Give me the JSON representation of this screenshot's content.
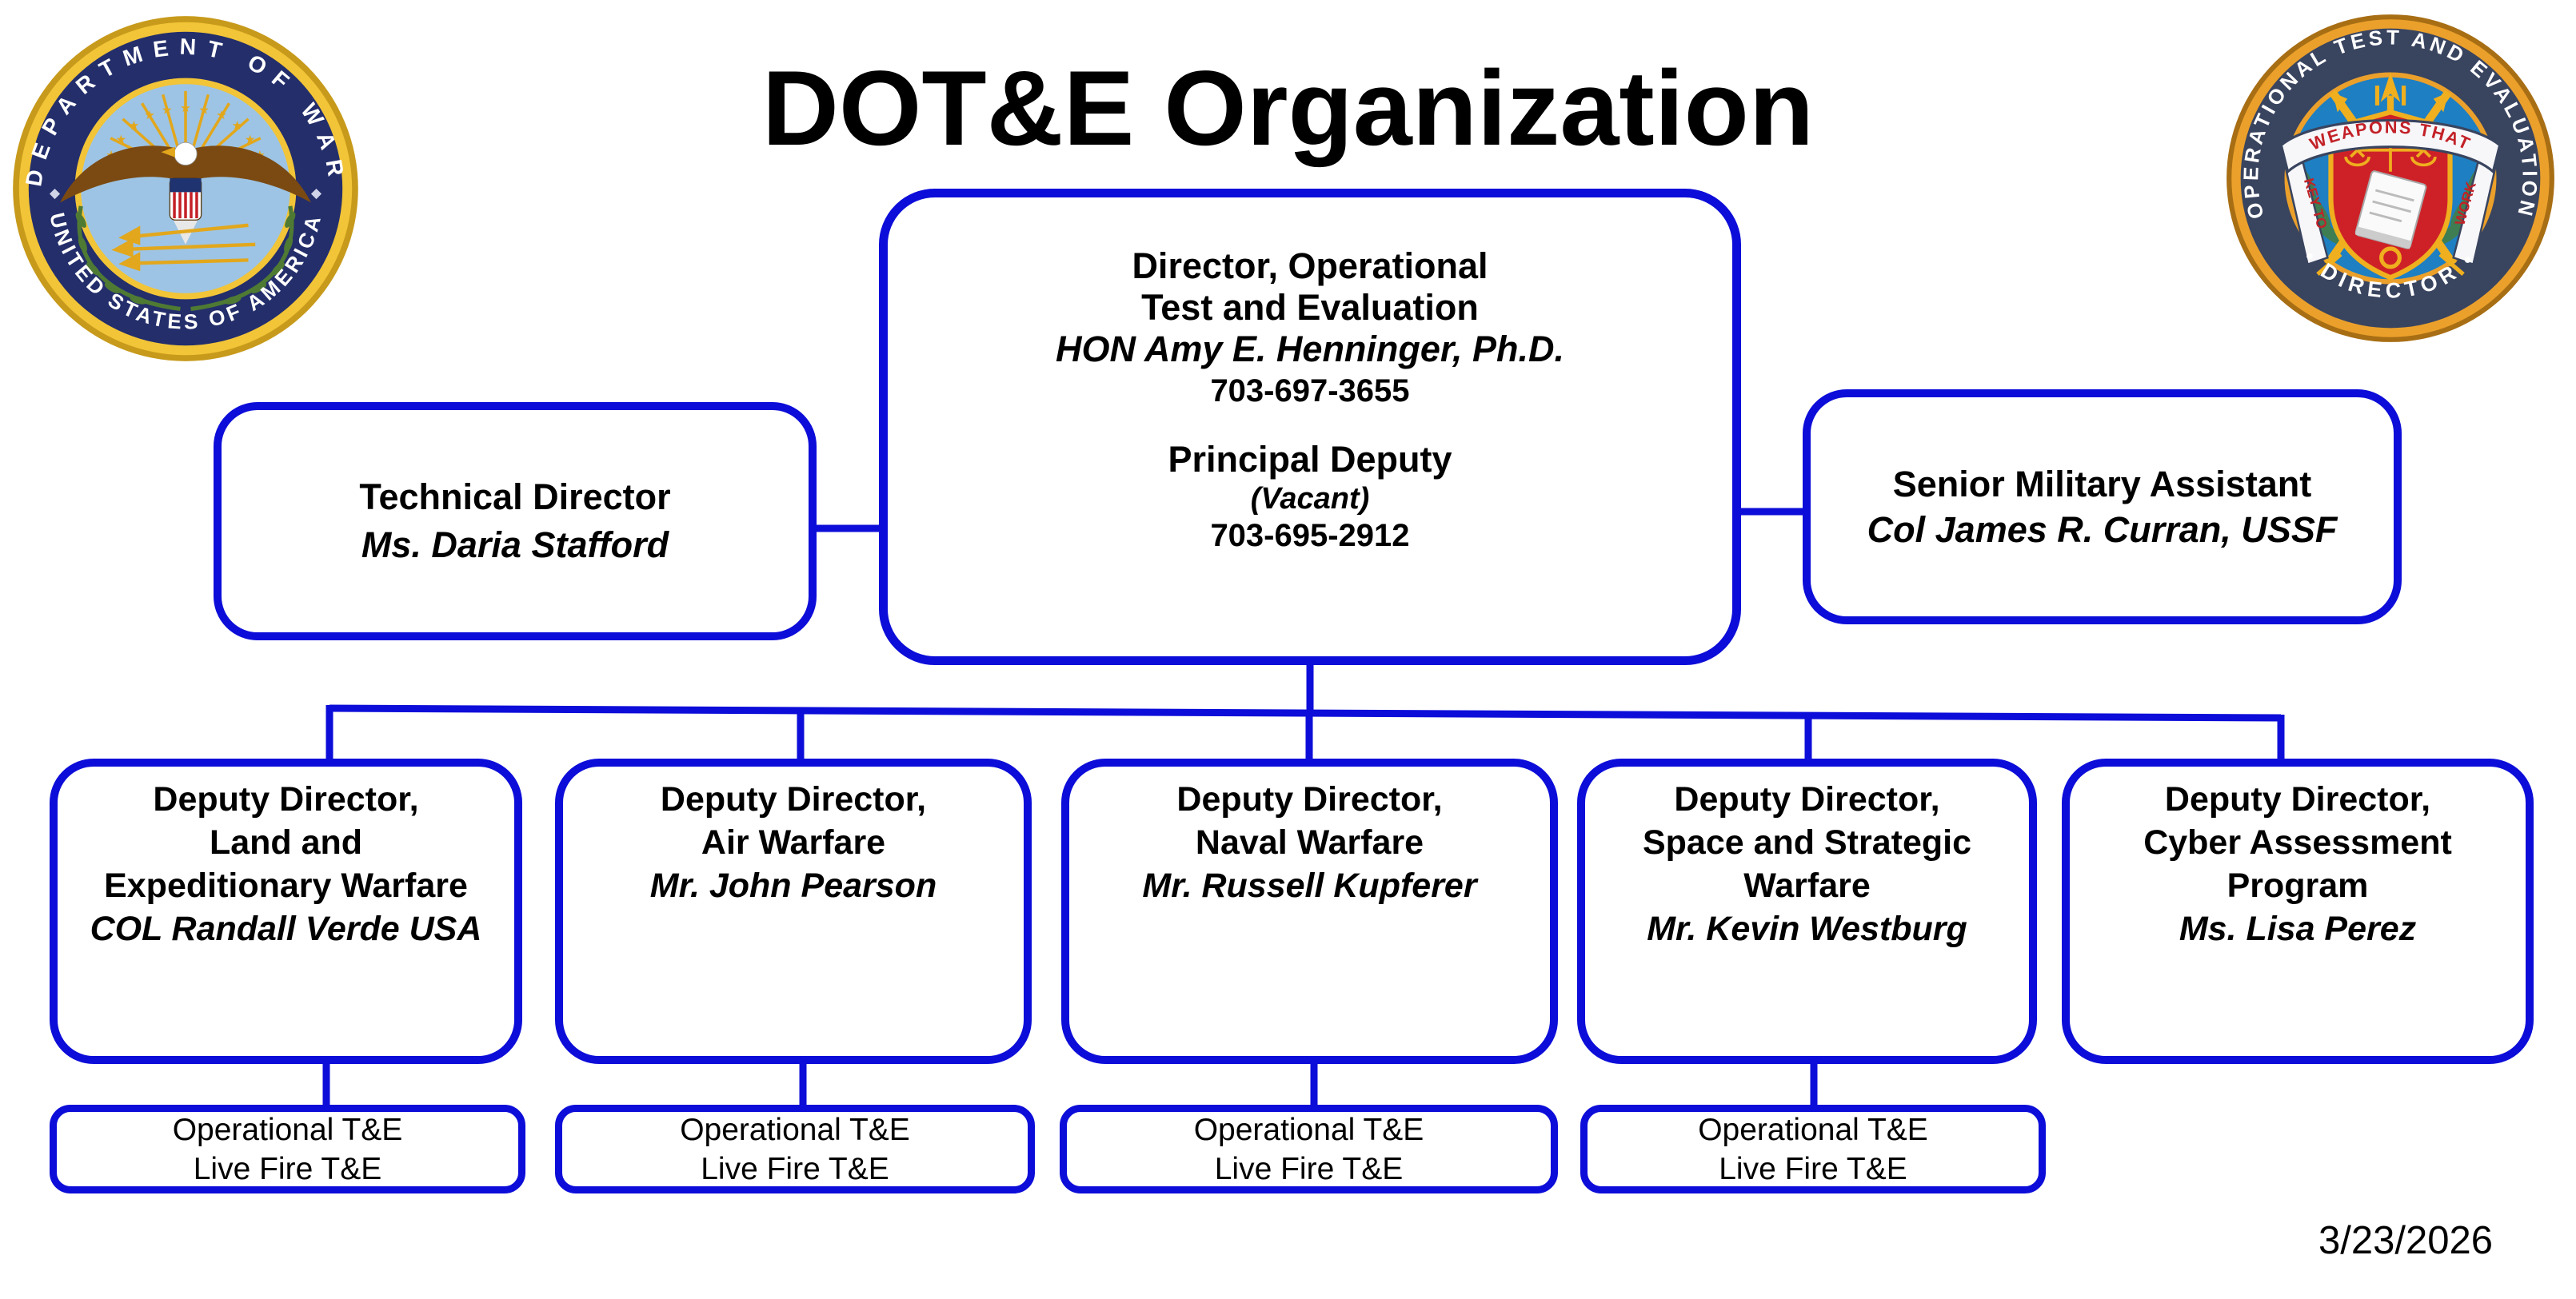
{
  "colors": {
    "accent": "#0D0DD9",
    "seal_gold": "#F2C437",
    "seal_orange_gold": "#EBA02B",
    "seal_navy_ring": "#232E6B",
    "seal_slate_ring": "#39445F",
    "seal_center_blue": "#1E7FC2",
    "seal_light_blue": "#9DC4E4",
    "seal_shield_red": "#CE2127"
  },
  "slide": {
    "title": "DOT&E Organization",
    "date": "3/23/2026"
  },
  "seals": {
    "left": {
      "top": "DEPARTMENT OF WAR",
      "bottom": "UNITED STATES OF AMERICA"
    },
    "right": {
      "top": "OPERATIONAL TEST AND EVALUATION",
      "bottom": "• DIRECTOR •",
      "banner": "WEAPONS THAT",
      "ribbon_left": "KEY TO",
      "ribbon_right": "WORK"
    }
  },
  "org": {
    "director": {
      "title_line1": "Director, Operational",
      "title_line2": "Test and Evaluation",
      "name": "HON Amy E. Henninger, Ph.D.",
      "phone": "703-697-3655",
      "deputy_title": "Principal Deputy",
      "deputy_name": "(Vacant)",
      "deputy_phone": "703-695-2912"
    },
    "technical_director": {
      "title": "Technical Director",
      "name": "Ms. Daria Stafford"
    },
    "senior_military_assistant": {
      "title": "Senior Military Assistant",
      "name": "Col James R. Curran, USSF"
    },
    "deputies": [
      {
        "line1": "Deputy Director,",
        "line2": "Land and",
        "line3": "Expeditionary Warfare",
        "name": "COL Randall Verde USA"
      },
      {
        "line1": "Deputy Director,",
        "line2": "Air Warfare",
        "name": "Mr. John Pearson"
      },
      {
        "line1": "Deputy Director,",
        "line2": "Naval Warfare",
        "name": "Mr. Russell Kupferer"
      },
      {
        "line1": "Deputy Director,",
        "line2": "Space and Strategic",
        "line3": "Warfare",
        "name": "Mr. Kevin Westburg"
      },
      {
        "line1": "Deputy Director,",
        "line2": "Cyber Assessment",
        "line3": "Program",
        "name": "Ms. Lisa Perez"
      }
    ],
    "sub_boxes": [
      {
        "line1": "Operational T&E",
        "line2": "Live Fire T&E"
      },
      {
        "line1": "Operational T&E",
        "line2": "Live Fire T&E"
      },
      {
        "line1": "Operational T&E",
        "line2": "Live Fire T&E"
      },
      {
        "line1": "Operational T&E",
        "line2": "Live Fire T&E"
      }
    ]
  }
}
